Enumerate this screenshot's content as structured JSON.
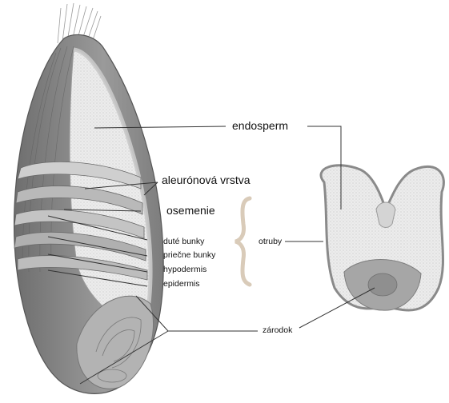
{
  "labels": {
    "endosperm": "endosperm",
    "aleuron": "aleurónová vrstva",
    "osemenie": "osemenie",
    "dute_bunky": "duté bunky",
    "priecne_bunky": "priečne bunky",
    "hypodermis": "hypodermis",
    "epidermis": "epidermis",
    "otruby": "otruby",
    "zarodok": "zárodok"
  },
  "colors": {
    "outer_layers": "#8f8f8f",
    "endosperm": "#e9e9e9",
    "seed_coat_bands": "#b9b9b9",
    "germ": "#a9a9a9",
    "brace": "#d9cbb9",
    "leader_line": "#333333"
  }
}
